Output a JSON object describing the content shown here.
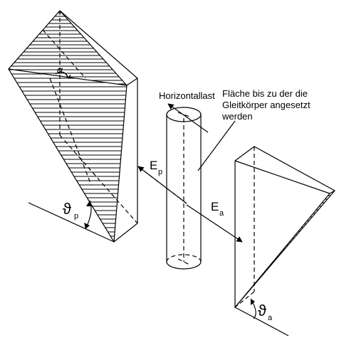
{
  "labels": {
    "horizontal_load": "Horizontallast",
    "surface_note_line1": "Fläche bis zu der die",
    "surface_note_line2": "Gleitkörper angesetzt",
    "surface_note_line3": "werden",
    "alpha": "α",
    "theta": "ϑ",
    "sub_p": "p",
    "sub_a": "a",
    "E": "E"
  }
}
